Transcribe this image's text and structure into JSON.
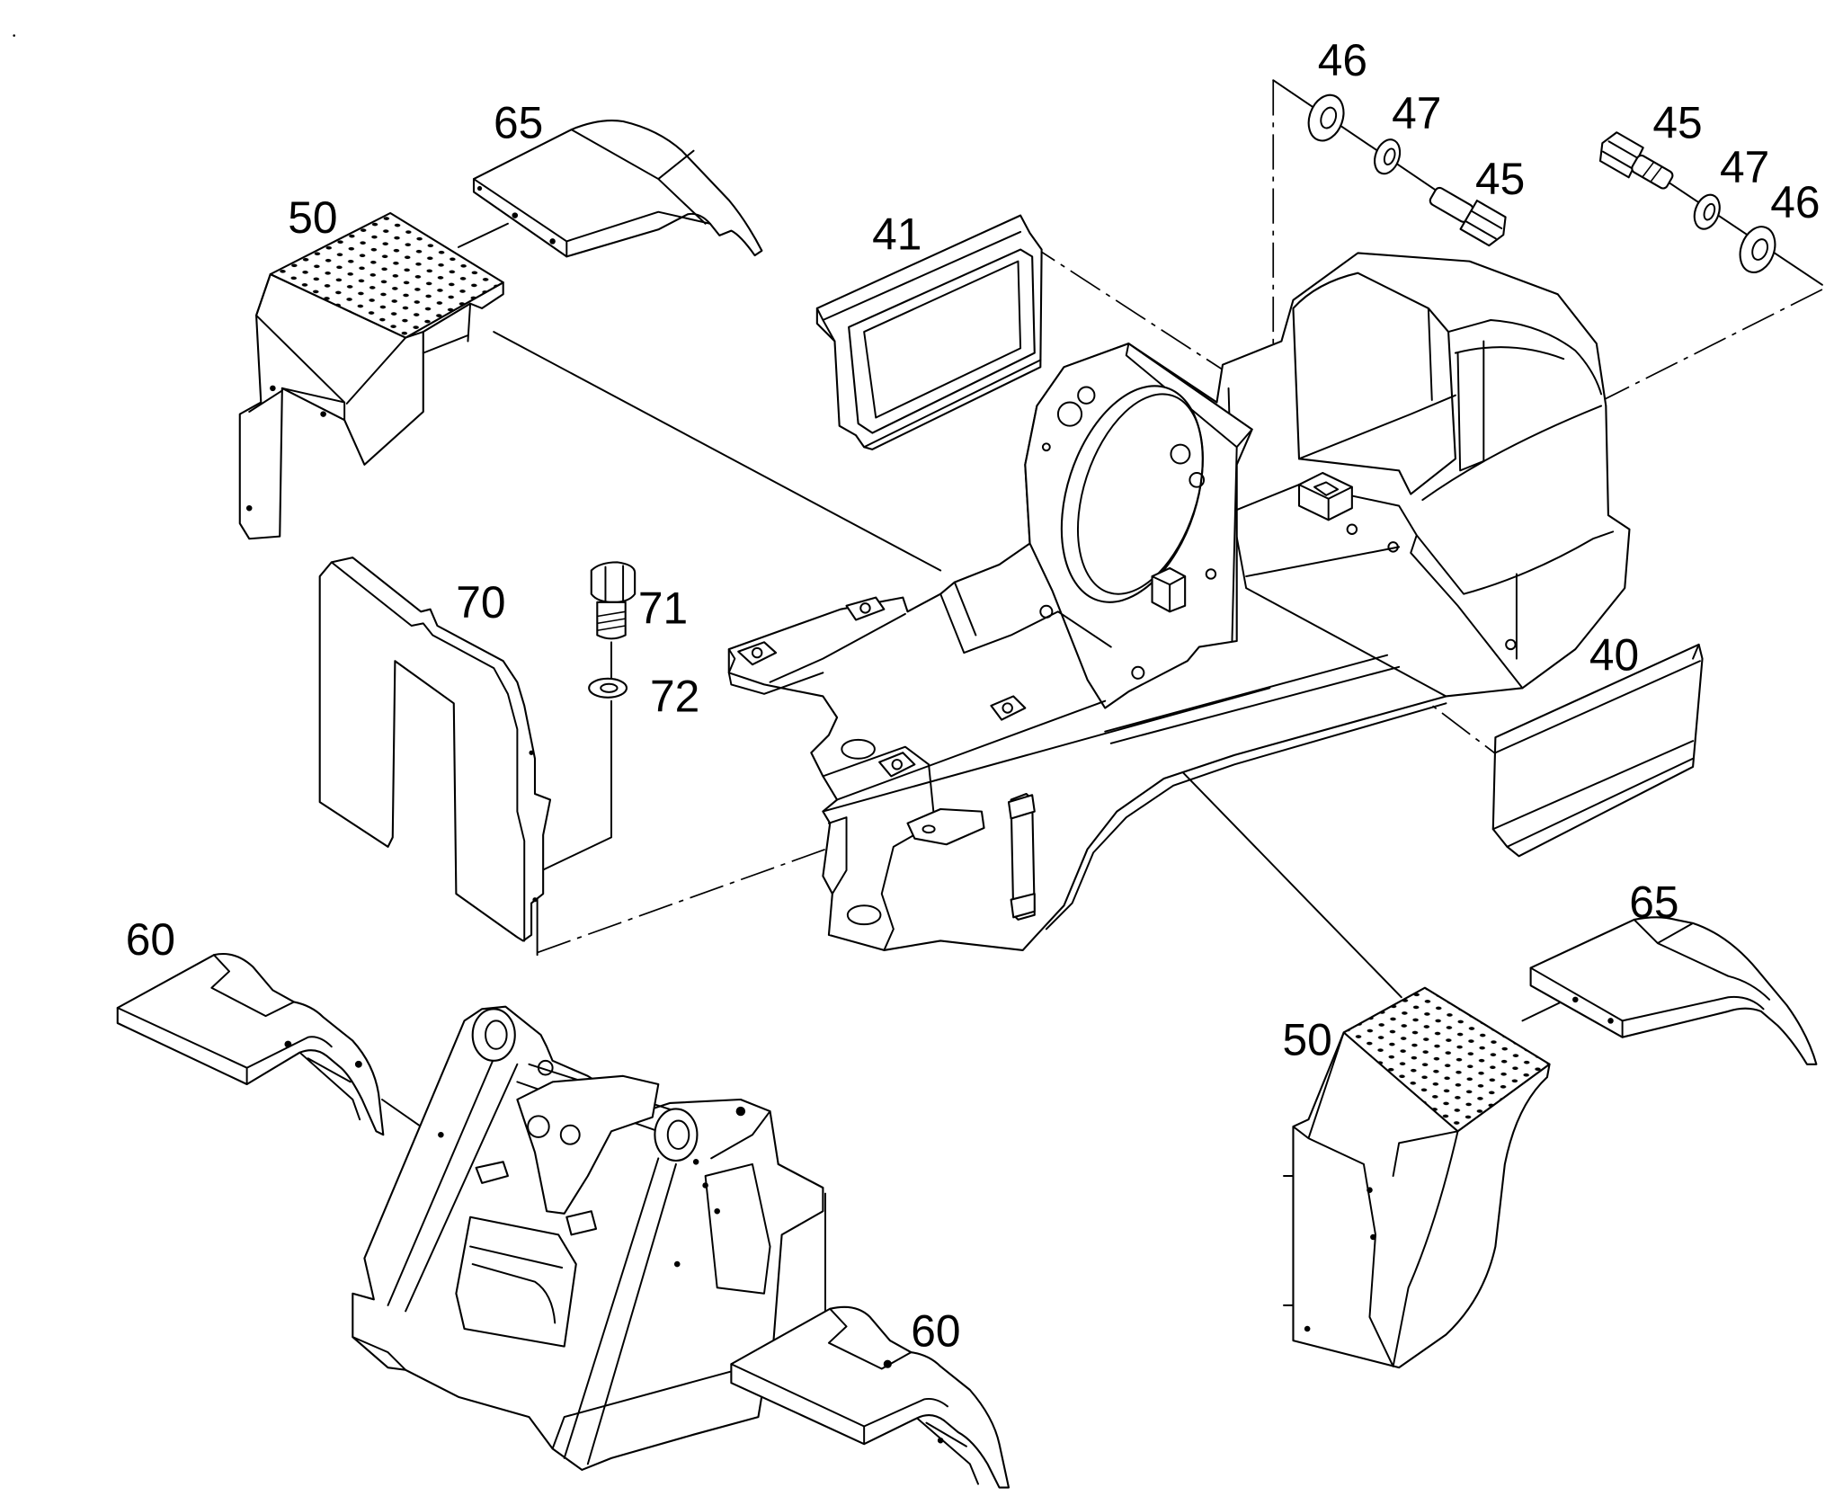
{
  "diagram": {
    "callouts": [
      "46",
      "47",
      "45",
      "45",
      "47",
      "46",
      "65",
      "50",
      "41",
      "70",
      "71",
      "72",
      "40",
      "60",
      "65",
      "50",
      "60"
    ]
  },
  "colors": {
    "line": "#000000",
    "background": "#ffffff"
  }
}
